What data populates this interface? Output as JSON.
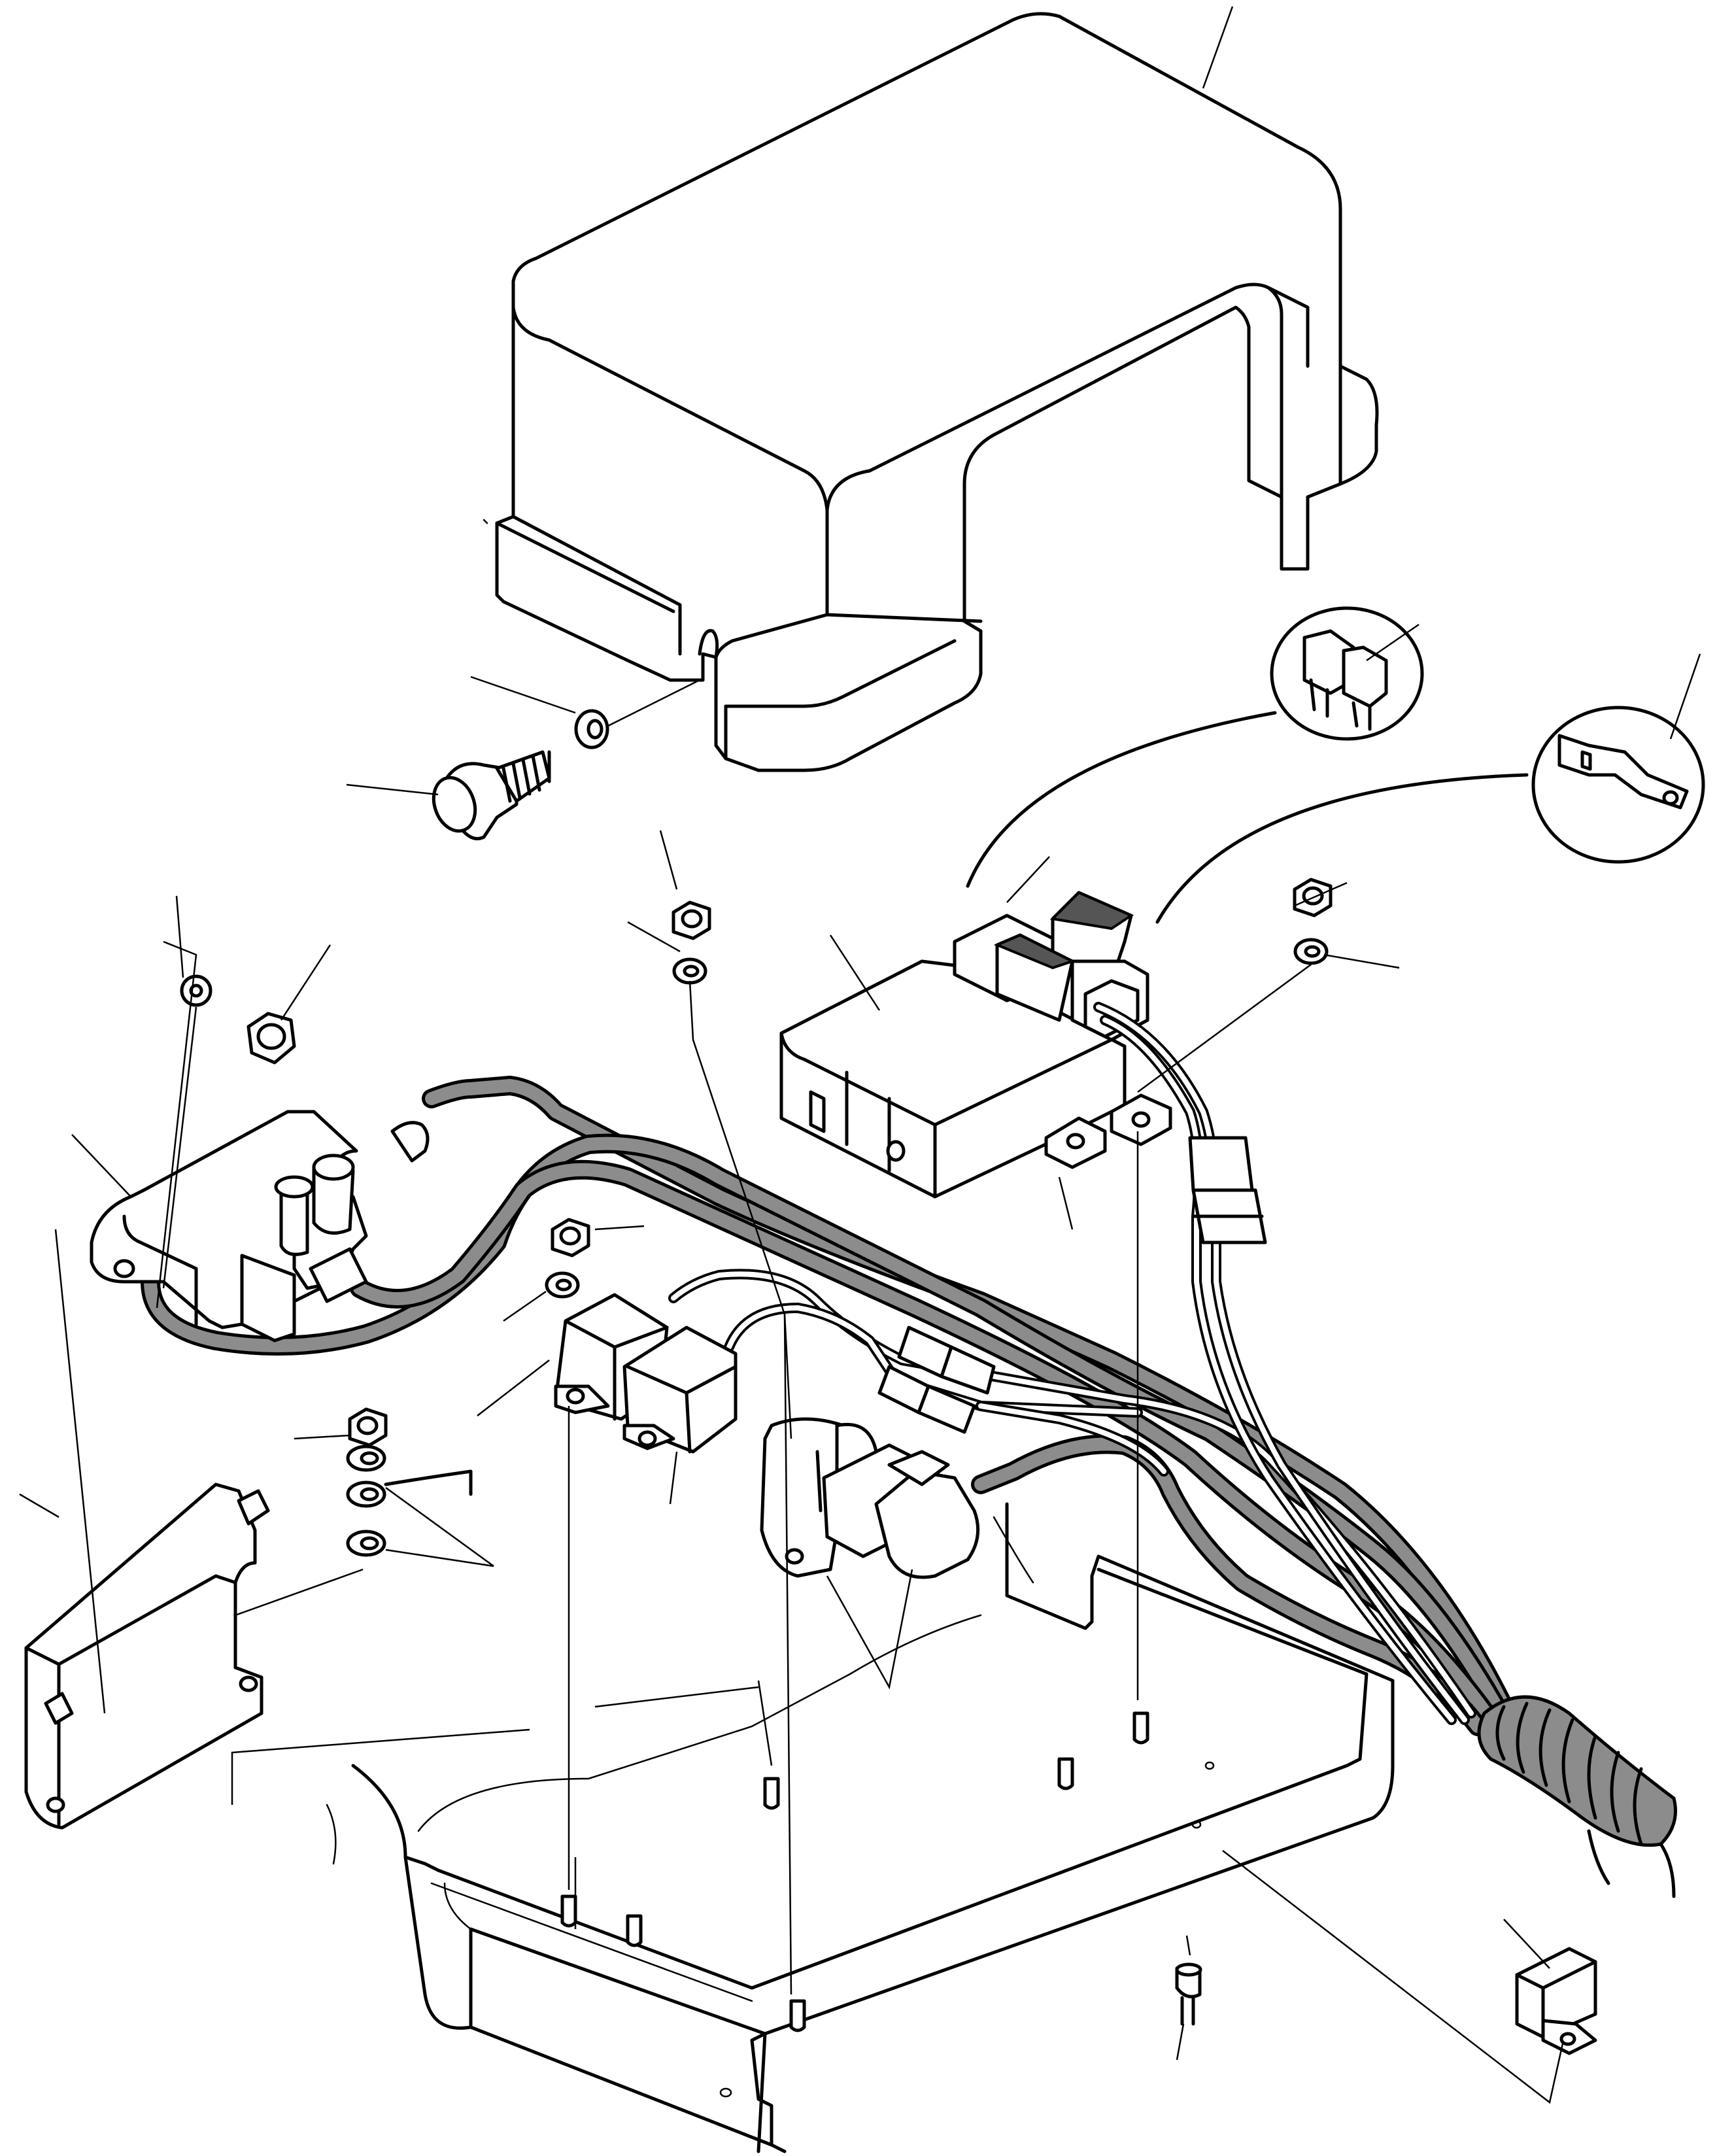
{
  "figure": {
    "kind": "exploded parts diagram",
    "text_labels": []
  },
  "parts": [
    {
      "id": "cover",
      "icon": "cover-icon"
    },
    {
      "id": "knob",
      "icon": "knob-icon"
    },
    {
      "id": "washer-cover",
      "icon": "washer-icon"
    },
    {
      "id": "fuse",
      "icon": "fuse-icon"
    },
    {
      "id": "link",
      "icon": "fuse-link-icon"
    },
    {
      "id": "fuse-box",
      "icon": "fuse-box-icon"
    },
    {
      "id": "harness",
      "icon": "wire-harness-icon"
    },
    {
      "id": "relay-a",
      "icon": "relay-icon"
    },
    {
      "id": "relay-b",
      "icon": "relay-icon"
    },
    {
      "id": "solenoid",
      "icon": "solenoid-icon"
    },
    {
      "id": "bracket-left",
      "icon": "bracket-icon"
    },
    {
      "id": "elbow-connector",
      "icon": "connector-icon"
    },
    {
      "id": "base-tray",
      "icon": "tray-icon"
    },
    {
      "id": "clip",
      "icon": "clip-icon"
    },
    {
      "id": "screw",
      "icon": "screw-icon"
    },
    {
      "id": "corrugated-tube",
      "icon": "conduit-icon"
    }
  ],
  "colors": {
    "line": "#000000",
    "wire_fill": "#8c8c8c",
    "background": "#ffffff"
  }
}
